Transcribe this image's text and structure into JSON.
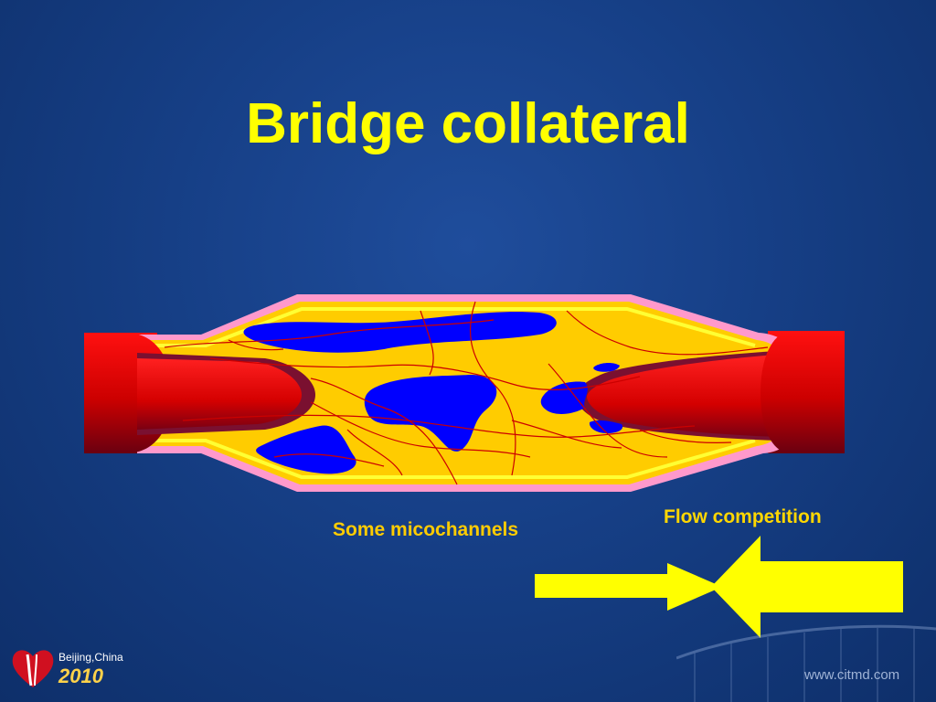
{
  "slide": {
    "title": "Bridge collateral",
    "label_microchannels": "Some micochannels",
    "label_flow": "Flow competition"
  },
  "colors": {
    "background": "#163f86",
    "title": "#ffff00",
    "vessel_red": "#e00000",
    "plaque_yellow": "#ffcc00",
    "wall_pink": "#ff99cc",
    "channel_blue": "#0000ff",
    "arrow_yellow": "#ffff00"
  },
  "footer": {
    "logo_city": "Beijing,China",
    "logo_year": "2010",
    "watermark": "www.citmd.com"
  }
}
